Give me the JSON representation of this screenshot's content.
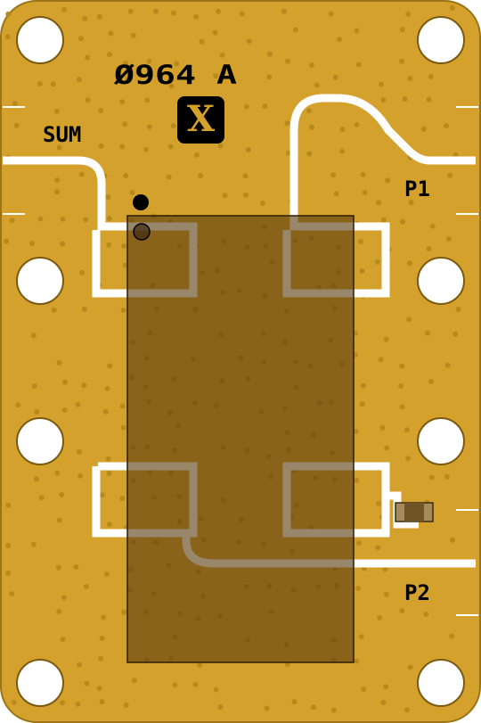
{
  "board": {
    "part_number": "Ø964 A",
    "logo_letter": "X",
    "ports": {
      "sum": "SUM",
      "p1": "P1",
      "p2": "P2"
    }
  },
  "colors": {
    "substrate": "#d4a12c",
    "substrate_edge": "#9a7416",
    "trace": "#ffffff",
    "via_dot": "#b88a1c",
    "component_body": "#7a5a1c",
    "silkscreen": "#000000",
    "logo_bg": "#000000",
    "logo_fg": "#d4a12c"
  },
  "icons": [
    "mounting-hole-icon",
    "logo-x-icon",
    "pin1-dot-icon",
    "smd-resistor-icon"
  ]
}
